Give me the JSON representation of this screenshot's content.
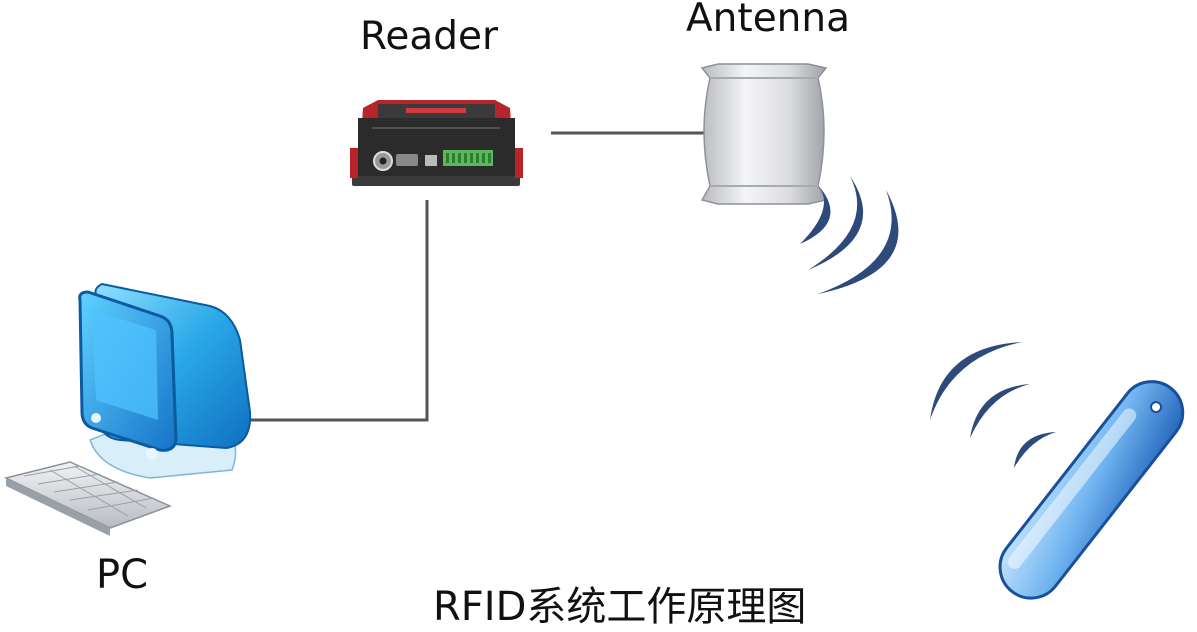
{
  "labels": {
    "reader": "Reader",
    "antenna": "Antenna",
    "pc": "PC",
    "caption": "RFID系统工作原理图"
  },
  "colors": {
    "line": "#555555",
    "wave": "#2d4a7a",
    "reader_body": "#2b2b2b",
    "reader_accent": "#c0282e",
    "antenna_face": "#d9dadc",
    "monitor_blue": "#38b6ee",
    "tag_blue": "#6fb4f0"
  },
  "icons": [
    "reader-device-icon",
    "antenna-icon",
    "pc-icon",
    "rfid-tag-icon",
    "radio-wave-icon"
  ]
}
